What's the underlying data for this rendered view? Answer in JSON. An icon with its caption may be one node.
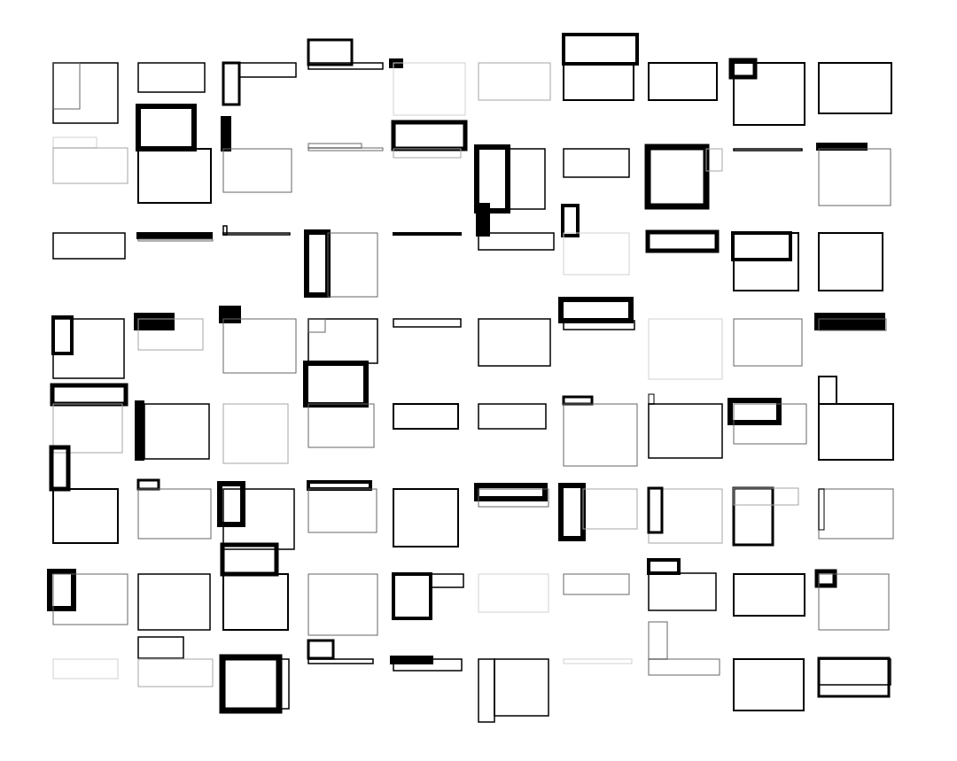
{
  "diagram": {
    "nodes": [
      {
        "text": [],
        "shape": "box"
      },
      {
        "text": [],
        "shape": "box",
        "in": 0
      },
      {
        "text": [],
        "shape": "box"
      },
      {
        "text": [],
        "shape": "box"
      },
      {
        "text": [],
        "shape": "box"
      },
      {
        "text": [],
        "shape": "box"
      },
      {
        "text": [],
        "shape": "box"
      },
      {
        "text": [],
        "shape": "bar"
      },
      {
        "text": [],
        "shape": "box"
      },
      {
        "text": [],
        "shape": "box"
      },
      {
        "text": [],
        "shape": "box"
      },
      {
        "text": [],
        "shape": "box"
      },
      {
        "text": [],
        "shape": "box"
      },
      {
        "text": [],
        "shape": "box"
      },
      {
        "text": [],
        "shape": "box"
      },
      {
        "text": [],
        "shape": "box"
      },
      {
        "text": [],
        "shape": "box"
      },
      {
        "text": [],
        "shape": "box"
      },
      {
        "text": [],
        "shape": "box"
      },
      {
        "text": [],
        "shape": "box"
      },
      {
        "text": [],
        "shape": "bar"
      },
      {
        "text": [],
        "shape": "box"
      },
      {
        "text": [],
        "shape": "box"
      },
      {
        "text": [],
        "shape": "box"
      },
      {
        "text": [],
        "shape": "box"
      },
      {
        "text": [],
        "shape": "box"
      },
      {
        "text": [],
        "shape": "box"
      },
      {
        "text": [],
        "shape": "box"
      },
      {
        "text": [],
        "shape": "box"
      },
      {
        "text": [],
        "shape": "box"
      },
      {
        "text": [],
        "shape": "box"
      },
      {
        "text": [],
        "shape": "box"
      },
      {
        "text": [],
        "shape": "bar"
      },
      {
        "text": [],
        "shape": "box"
      },
      {
        "text": [],
        "shape": "box"
      },
      {
        "text": [],
        "shape": "bar"
      },
      {
        "text": [],
        "shape": "box"
      },
      {
        "text": [],
        "shape": "box"
      },
      {
        "text": [],
        "shape": "box"
      },
      {
        "text": [],
        "shape": "box"
      },
      {
        "text": [],
        "shape": "box"
      },
      {
        "text": [],
        "shape": "box"
      },
      {
        "text": [],
        "shape": "bar"
      },
      {
        "text": [],
        "shape": "box"
      },
      {
        "text": [],
        "shape": "box"
      },
      {
        "text": [],
        "shape": "box"
      },
      {
        "text": [],
        "shape": "box"
      },
      {
        "text": [],
        "shape": "box"
      },
      {
        "text": [],
        "shape": "box",
        "in": 47
      },
      {
        "text": [],
        "shape": "box"
      },
      {
        "text": [],
        "shape": "box"
      },
      {
        "text": [],
        "shape": "box",
        "in": 50
      },
      {
        "text": [],
        "shape": "bar"
      },
      {
        "text": [],
        "shape": "box"
      },
      {
        "text": [],
        "shape": "bar"
      },
      {
        "text": [],
        "shape": "box"
      },
      {
        "text": [],
        "shape": "box"
      },
      {
        "text": [],
        "shape": "box",
        "in": 56
      },
      {
        "text": [],
        "shape": "box"
      },
      {
        "text": [],
        "shape": "box"
      },
      {
        "text": [],
        "shape": "box"
      },
      {
        "text": [],
        "shape": "box"
      },
      {
        "text": [],
        "shape": "box"
      },
      {
        "text": [],
        "shape": "box"
      },
      {
        "text": [],
        "shape": "bar"
      },
      {
        "text": [],
        "shape": "box",
        "in": 64
      },
      {
        "text": [],
        "shape": "box"
      },
      {
        "text": [],
        "shape": "box"
      },
      {
        "text": [],
        "shape": "bar"
      },
      {
        "text": [],
        "shape": "box"
      },
      {
        "text": [],
        "shape": "box"
      },
      {
        "text": [],
        "shape": "box"
      },
      {
        "text": [],
        "shape": "box"
      },
      {
        "text": [],
        "shape": "box"
      },
      {
        "text": [],
        "shape": "box"
      },
      {
        "text": [],
        "shape": "box"
      },
      {
        "text": [],
        "shape": "box"
      },
      {
        "text": [],
        "shape": "box"
      },
      {
        "text": [],
        "shape": "box"
      },
      {
        "text": [],
        "shape": "box"
      },
      {
        "text": [],
        "shape": "box"
      },
      {
        "text": [],
        "shape": "box"
      },
      {
        "text": [],
        "shape": "box"
      },
      {
        "text": [],
        "shape": "box"
      },
      {
        "text": [],
        "shape": "box"
      },
      {
        "text": [],
        "shape": "box"
      },
      {
        "text": [],
        "shape": "box"
      },
      {
        "text": [],
        "shape": "box"
      },
      {
        "text": [],
        "shape": "box"
      },
      {
        "text": [],
        "shape": "box"
      },
      {
        "text": [],
        "shape": "box"
      },
      {
        "text": [],
        "shape": "box"
      },
      {
        "text": [],
        "shape": "box"
      },
      {
        "text": [],
        "shape": "box"
      },
      {
        "text": [],
        "shape": "box"
      },
      {
        "text": [],
        "shape": "box"
      },
      {
        "text": [],
        "shape": "box"
      },
      {
        "text": [],
        "shape": "box",
        "in": 96
      },
      {
        "text": [],
        "shape": "box"
      },
      {
        "text": [],
        "shape": "box"
      },
      {
        "text": [],
        "shape": "box"
      },
      {
        "text": [],
        "shape": "box",
        "in": 100
      },
      {
        "text": [],
        "shape": "box"
      },
      {
        "text": [],
        "shape": "box"
      },
      {
        "text": [],
        "shape": "box"
      },
      {
        "text": [],
        "shape": "box"
      },
      {
        "text": [],
        "shape": "box"
      },
      {
        "text": [],
        "shape": "box"
      },
      {
        "text": [],
        "shape": "box"
      },
      {
        "text": [],
        "shape": "box"
      },
      {
        "text": [],
        "shape": "box"
      },
      {
        "text": [],
        "shape": "box"
      },
      {
        "text": [],
        "shape": "box"
      },
      {
        "text": [],
        "shape": "box"
      },
      {
        "text": [],
        "shape": "box"
      },
      {
        "text": [],
        "shape": "box"
      },
      {
        "text": [],
        "shape": "box"
      },
      {
        "text": [],
        "shape": "box"
      },
      {
        "text": [],
        "shape": "box"
      },
      {
        "text": [],
        "shape": "box"
      },
      {
        "text": [],
        "shape": "box"
      },
      {
        "text": [],
        "shape": "box"
      },
      {
        "text": [],
        "shape": "box"
      },
      {
        "text": [],
        "shape": "box"
      },
      {
        "text": [],
        "shape": "bar"
      },
      {
        "text": [],
        "shape": "box"
      },
      {
        "text": [],
        "shape": "box"
      },
      {
        "text": [],
        "shape": "box"
      },
      {
        "text": [],
        "shape": "box"
      },
      {
        "text": [],
        "shape": "box"
      },
      {
        "text": [],
        "shape": "box"
      },
      {
        "text": [],
        "shape": "box"
      },
      {
        "text": [],
        "shape": "box"
      },
      {
        "text": [],
        "shape": "box",
        "in": 132
      }
    ]
  }
}
